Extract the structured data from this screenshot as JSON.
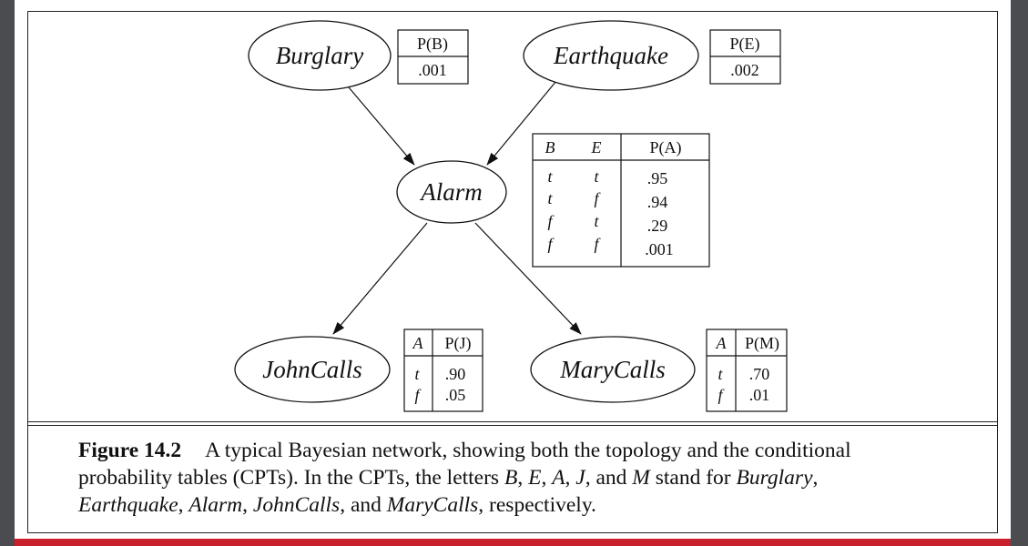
{
  "colors": {
    "background": "#4a4c50",
    "page": "#ffffff",
    "accent_bar": "#c8202c",
    "ink": "#111111"
  },
  "nodes": {
    "burglary": "Burglary",
    "earthquake": "Earthquake",
    "alarm": "Alarm",
    "johncalls": "JohnCalls",
    "marycalls": "MaryCalls"
  },
  "cpt_b": {
    "header": "P(B)",
    "value": ".001"
  },
  "cpt_e": {
    "header": "P(E)",
    "value": ".002"
  },
  "cpt_a": {
    "headers": [
      "B",
      "E",
      "P(A)"
    ],
    "rows": [
      [
        "t",
        "t",
        ".95"
      ],
      [
        "t",
        "f",
        ".94"
      ],
      [
        "f",
        "t",
        ".29"
      ],
      [
        "f",
        "f",
        ".001"
      ]
    ]
  },
  "cpt_j": {
    "headers": [
      "A",
      "P(J)"
    ],
    "rows": [
      [
        "t",
        ".90"
      ],
      [
        "f",
        ".05"
      ]
    ]
  },
  "cpt_m": {
    "headers": [
      "A",
      "P(M)"
    ],
    "rows": [
      [
        "t",
        ".70"
      ],
      [
        "f",
        ".01"
      ]
    ]
  },
  "caption": {
    "figure_label": "Figure 14.2",
    "line1": "A typical Bayesian network, showing both the topology and the conditional",
    "line2_a": "probability tables (CPTs).  In the CPTs, the letters ",
    "var_b": "B",
    "sep1": ", ",
    "var_e": "E",
    "sep2": ", ",
    "var_a": "A",
    "sep3": ", ",
    "var_j": "J",
    "sep4": ", and ",
    "var_m": "M",
    "line2_b": " stand for ",
    "name_burglary": "Burglary",
    "comma1": ",",
    "name_earthquake": "Earthquake",
    "comma2": ", ",
    "name_alarm": "Alarm",
    "comma3": ", ",
    "name_johncalls": "JohnCalls",
    "and_text": ", and ",
    "name_marycalls": "MaryCalls",
    "end_text": ", respectively."
  }
}
